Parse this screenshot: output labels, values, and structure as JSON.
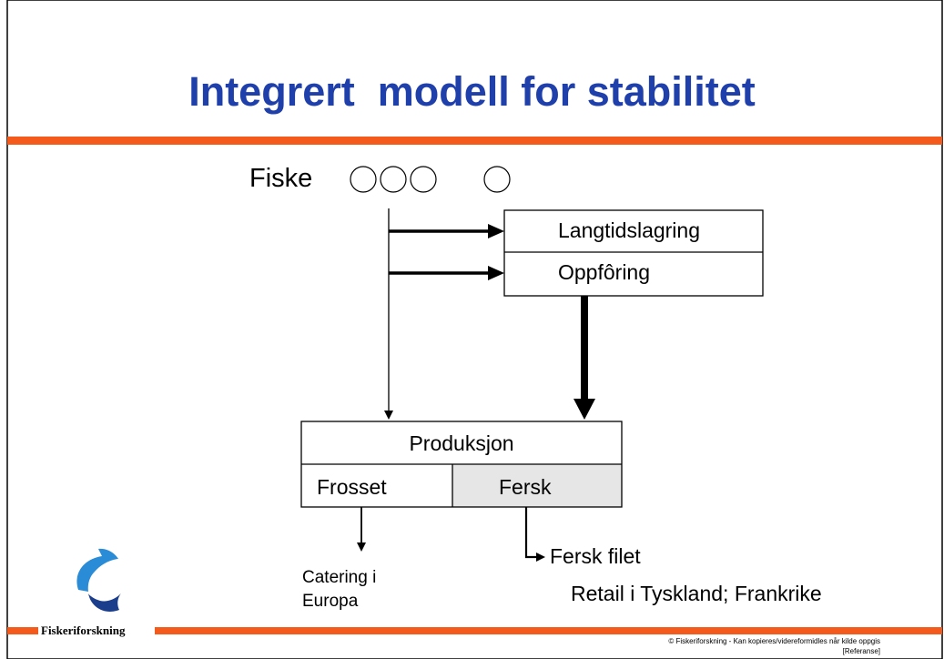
{
  "slide": {
    "title": "Integrert  modell for stabilitet",
    "fiske_label": "Fiske",
    "fiske_circle_count": 4
  },
  "storage_box": {
    "row1": "Langtidslagring",
    "row2": "Oppfôring"
  },
  "production_box": {
    "header": "Produksjon",
    "cell_left": "Frosset",
    "cell_right": "Fersk"
  },
  "outputs": {
    "frozen_line1": "Catering i",
    "frozen_line2": "Europa",
    "fresh_product": "Fersk filet",
    "fresh_market": "Retail i Tyskland; Frankrike"
  },
  "footer": {
    "logo_text": "Fiskeriforskning",
    "copyright": "© Fiskeriforskning - Kan kopieres/videreformidles når kilde oppgis",
    "reference": "[Referanse]"
  },
  "colors": {
    "title": "#1f3faa",
    "accent_bar": "#f35a1c",
    "logo_blue": "#2a8bd6",
    "logo_navy": "#1b3e8c",
    "fersk_fill": "#e6e6e6"
  }
}
